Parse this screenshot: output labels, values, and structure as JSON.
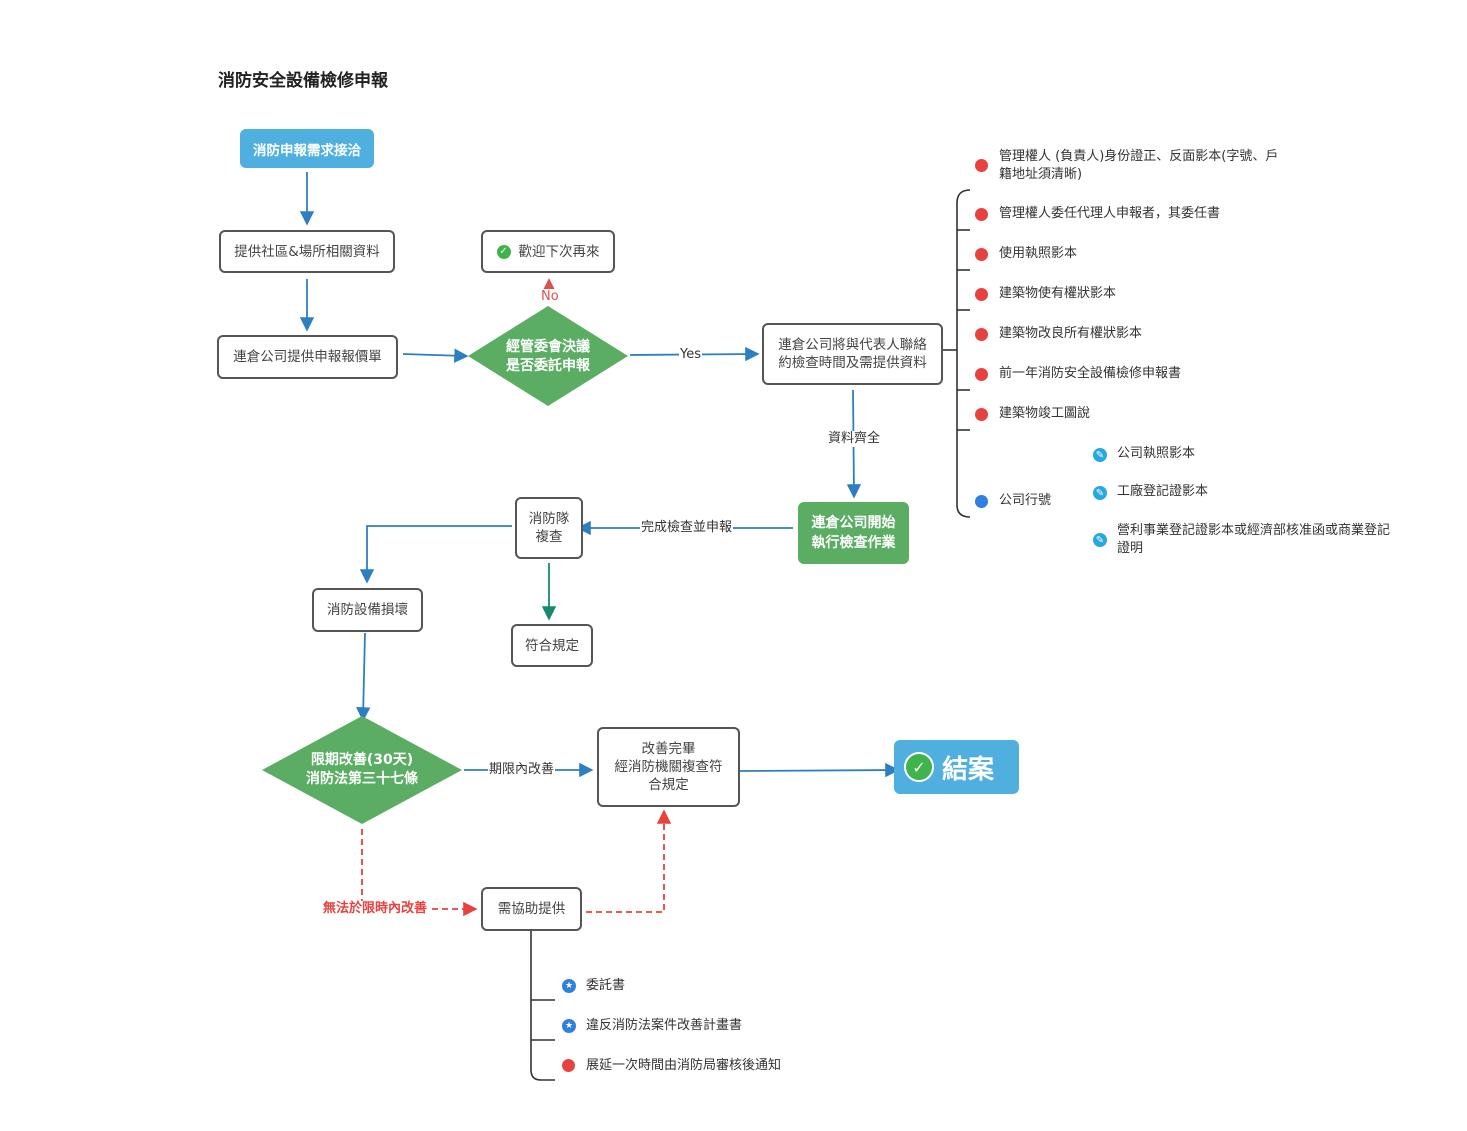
{
  "title": "消防安全設備檢修申報",
  "nodes": {
    "start": "消防申報需求接洽",
    "provide_info": "提供社區&場所相關資料",
    "quote": "連倉公司提供申報報價單",
    "decision": [
      "經管委會決議",
      "是否委託申報"
    ],
    "welcome": "歡迎下次再來",
    "contact": [
      "連倉公司將與代表人聯絡",
      "約檢查時間及需提供資料"
    ],
    "start_inspection": [
      "連倉公司開始",
      "執行檢查作業"
    ],
    "fire_team": [
      "消防隊",
      "複查"
    ],
    "damaged": "消防設備損壞",
    "compliant": "符合規定",
    "deadline": [
      "限期改善(30天)",
      "消防法第三十七條"
    ],
    "improved": [
      "改善完畢",
      "經消防機關複查符",
      "合規定"
    ],
    "close": "結案",
    "need_help": "需協助提供"
  },
  "edge_labels": {
    "no": "No",
    "yes": "Yes",
    "data_complete": "資料齊全",
    "done_report": "完成檢查並申報",
    "in_time": "期限內改善",
    "cannot": "無法於限時內改善"
  },
  "required_docs": [
    {
      "text": [
        "管理權人 (負責人)身份證正、反面影本(字號、戶",
        "籍地址須清晰)"
      ],
      "marker": "red"
    },
    {
      "text": [
        "管理權人委任代理人申報者，其委任書"
      ],
      "marker": "red"
    },
    {
      "text": [
        "使用執照影本"
      ],
      "marker": "red"
    },
    {
      "text": [
        "建築物使有權狀影本"
      ],
      "marker": "red"
    },
    {
      "text": [
        "建築物改良所有權狀影本"
      ],
      "marker": "red"
    },
    {
      "text": [
        "前一年消防安全設備檢修申報書"
      ],
      "marker": "red"
    },
    {
      "text": [
        "建築物竣工圖說"
      ],
      "marker": "red"
    }
  ],
  "company": {
    "label": "公司行號",
    "marker": "blue",
    "items": [
      [
        "公司執照影本"
      ],
      [
        "工廠登記證影本"
      ],
      [
        "營利事業登記證影本或經濟部核准函或商業登記",
        "證明"
      ]
    ]
  },
  "help_items": [
    {
      "text": "委託書",
      "marker": "star"
    },
    {
      "text": "違反消防法案件改善計畫書",
      "marker": "star"
    },
    {
      "text": "展延一次時間由消防局審核後通知",
      "marker": "red"
    }
  ],
  "colors": {
    "arrow_blue": "#2e7fc1",
    "arrow_teal": "#168a6e",
    "no_red": "#d9534f",
    "dashed_red": "#e8423f",
    "green": "#5aad62",
    "blue_box": "#4fb0e0"
  }
}
